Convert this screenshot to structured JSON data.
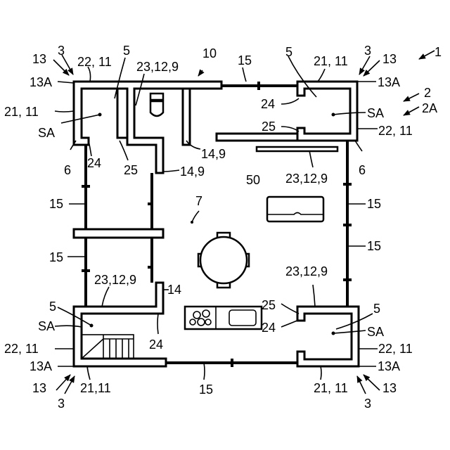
{
  "figure": {
    "labels": {
      "l1": "1",
      "l2": "2",
      "l2a": "2A",
      "l10": "10",
      "l13_tl": "13",
      "l3_tl": "3",
      "l13a_tl": "13A",
      "l2211_tl": "22, 11",
      "l5_tl": "5",
      "l23129_top": "23,12,9",
      "l2111_tl": "21, 11",
      "lsa_tl": "SA",
      "l6_tl": "6",
      "l24_tl": "24",
      "l25_tl": "25",
      "l149_a": "14,9",
      "l149_b": "14,9",
      "l15_top": "15",
      "l5_tr": "5",
      "l2111_tr": "21, 11",
      "l3_tr": "3",
      "l13_tr": "13",
      "l13a_tr": "13A",
      "l24_tr": "24",
      "lsa_tr": "SA",
      "l25_tr": "25",
      "l2211_tr": "22, 11",
      "l6_tr": "6",
      "l50": "50",
      "l23129_tr": "23,12,9",
      "l7": "7",
      "l15_left1": "15",
      "l15_left2": "15",
      "l15_right1": "15",
      "l15_right2": "15",
      "l23129_bl": "23,12,9",
      "l14": "14",
      "l23129_br": "23,12,9",
      "l5_bl": "5",
      "lsa_bl": "SA",
      "l2211_bl": "22, 11",
      "l13a_bl": "13A",
      "l13_bl": "13",
      "l3_bl": "3",
      "l2111_bl": "21,11",
      "l24_bl": "24",
      "l15_bottom": "15",
      "l25_br": "25",
      "l5_br": "5",
      "l24_br": "24",
      "lsa_br": "SA",
      "l2211_br": "22, 11",
      "l13a_br": "13A",
      "l2111_br": "21, 11",
      "l13_br": "13",
      "l3_br": "3"
    }
  }
}
